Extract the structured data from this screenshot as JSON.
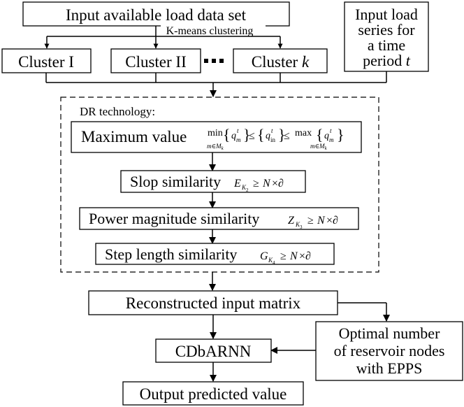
{
  "input_dataset": "Input available load data set",
  "clustering_method": "K-means clustering",
  "clusters": {
    "c1": "Cluster I",
    "c2": "Cluster II",
    "ellipsis": "···",
    "ck": "Cluster k"
  },
  "input_series": {
    "line1": "Input load",
    "line2": "series for",
    "line3": "a time",
    "line4": "period t"
  },
  "dr_panel": {
    "title": "DR technology:",
    "maximum_value": {
      "label": "Maximum value",
      "formula": "min{q_m^t} ≤ {q_in^t} ≤ max{q_m^t}",
      "sub": "m∈M_k"
    },
    "slop_similarity": {
      "label": "Slop similarity",
      "formula": "E_K2 ≥ N×∂"
    },
    "power_magnitude_similarity": {
      "label": "Power magnitude similarity",
      "formula": "Z_K3 ≥ N×∂"
    },
    "step_length_similarity": {
      "label": "Step length similarity",
      "formula": "G_K4 ≥ N×∂"
    }
  },
  "reconstructed": "Reconstructed input matrix",
  "model": "CDbARNN",
  "reservoir": {
    "line1": "Optimal number",
    "line2": "of reservoir nodes",
    "line3": "with EPPS"
  },
  "output": "Output predicted value"
}
